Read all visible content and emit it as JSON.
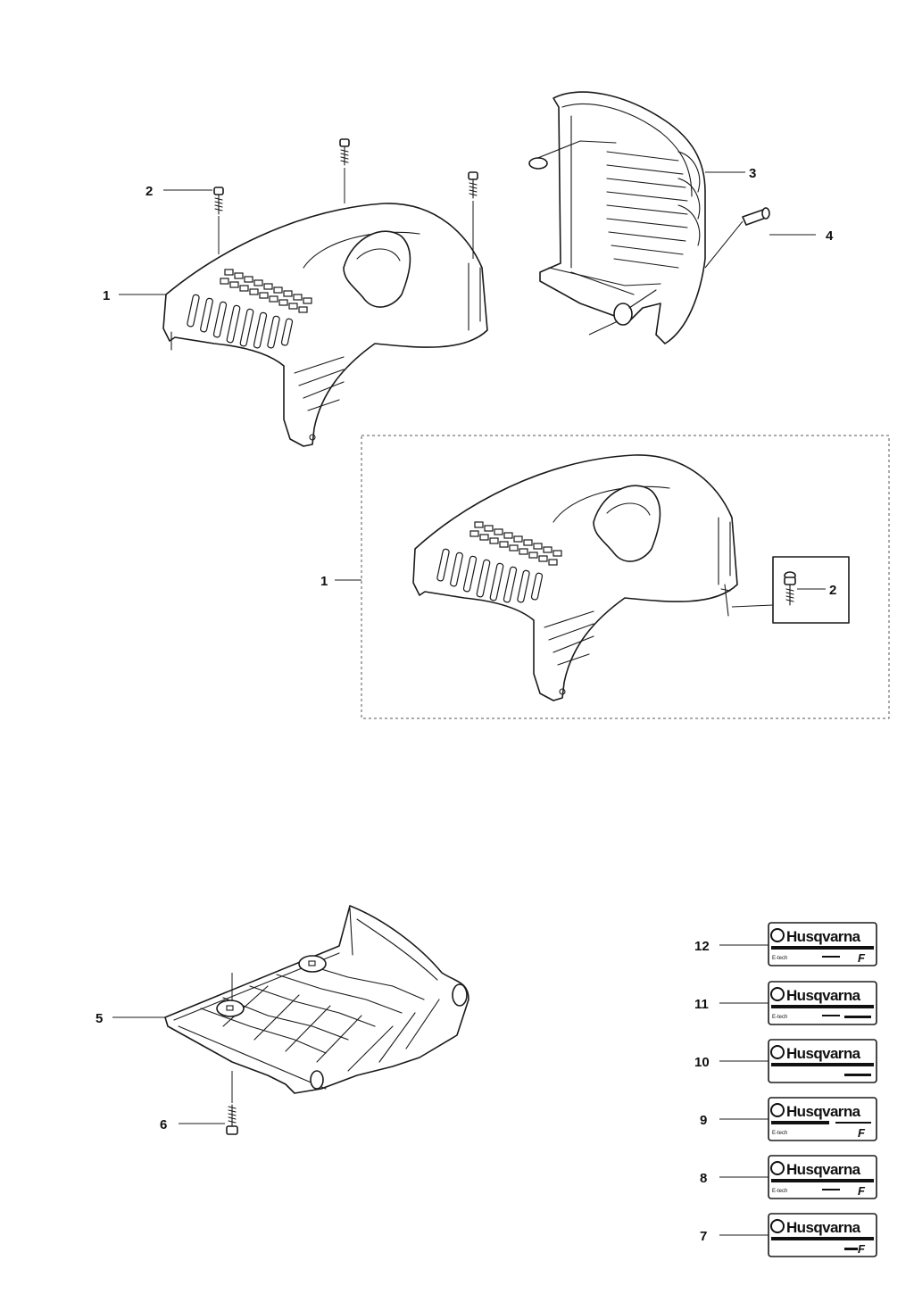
{
  "callouts": [
    {
      "id": "c1a",
      "label": "1"
    },
    {
      "id": "c2a",
      "label": "2"
    },
    {
      "id": "c3",
      "label": "3"
    },
    {
      "id": "c4",
      "label": "4"
    },
    {
      "id": "c1b",
      "label": "1"
    },
    {
      "id": "c2b",
      "label": "2"
    },
    {
      "id": "c5",
      "label": "5"
    },
    {
      "id": "c6",
      "label": "6"
    },
    {
      "id": "c12",
      "label": "12"
    },
    {
      "id": "c11",
      "label": "11"
    },
    {
      "id": "c10",
      "label": "10"
    },
    {
      "id": "c9",
      "label": "9"
    },
    {
      "id": "c8",
      "label": "8"
    },
    {
      "id": "c7",
      "label": "7"
    }
  ],
  "decals": [
    {
      "brand": "Husqvarna",
      "line": "E-tech",
      "model": "F"
    },
    {
      "brand": "Husqvarna",
      "line": "E-tech",
      "model": ""
    },
    {
      "brand": "Husqvarna",
      "line": "",
      "model": ""
    },
    {
      "brand": "Husqvarna",
      "line": "E-tech",
      "model": "F"
    },
    {
      "brand": "Husqvarna",
      "line": "E-tech",
      "model": "F"
    },
    {
      "brand": "Husqvarna",
      "line": "",
      "model": "F"
    }
  ],
  "colors": {
    "ink": "#1a1a1a",
    "paper": "#ffffff",
    "kit_border": "#555555"
  }
}
